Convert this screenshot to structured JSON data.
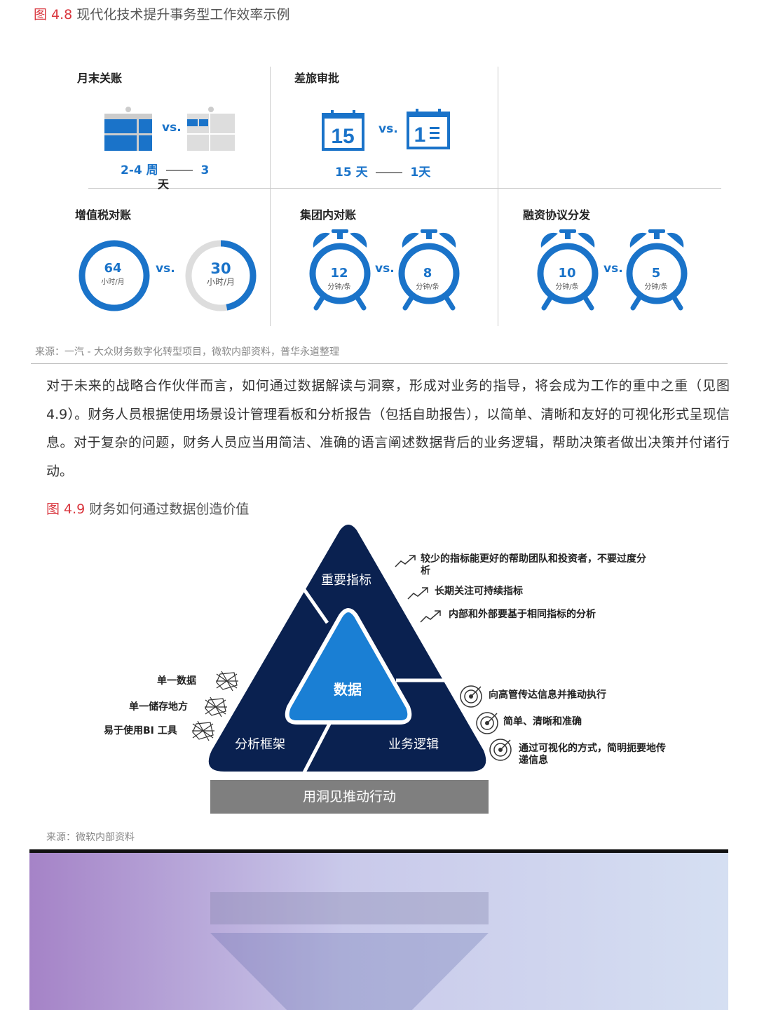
{
  "fig48": {
    "number": "图 4.8",
    "title": "现代化技术提升事务型工作效率示例",
    "vs": "vs.",
    "cells": {
      "month_close": {
        "title": "月末关账",
        "before": "2-4 周",
        "after": "3",
        "after_unit": "天"
      },
      "travel": {
        "title": "差旅审批",
        "before": "15 天",
        "after": "1天",
        "cal_before": "15",
        "cal_after": "1"
      },
      "vat": {
        "title": "增值税对账",
        "before_value": "64",
        "before_unit": "小时/月",
        "after_value": "30",
        "after_unit": "小时/月",
        "after_fill_fraction": 0.47
      },
      "group": {
        "title": "集团内对账",
        "before_value": "12",
        "after_value": "8",
        "unit": "分钟/条"
      },
      "financing": {
        "title": "融资协议分发",
        "before_value": "10",
        "after_value": "5",
        "unit": "分钟/条"
      }
    },
    "source": "来源：一汽 - 大众财务数字化转型项目，微软内部资料，普华永道整理"
  },
  "paragraph": "对于未来的战略合作伙伴而言，如何通过数据解读与洞察，形成对业务的指导，将会成为工作的重中之重（见图 4.9）。财务人员根据使用场景设计管理看板和分析报告（包括自助报告），以简单、清晰和友好的可视化形式呈现信息。对于复杂的问题，财务人员应当用简洁、准确的语言阐述数据背后的业务逻辑，帮助决策者做出决策并付诸行动。",
  "fig49": {
    "number": "图 4.9",
    "title": "财务如何通过数据创造价值",
    "segments": {
      "top": "重要指标",
      "center": "数据",
      "left": "分析框架",
      "right": "业务逻辑"
    },
    "bar": "用洞见推动行动",
    "top_notes": [
      "较少的指标能更好的帮助团队和投资者，不要过度分析",
      "长期关注可持续指标",
      "内部和外部要基于相同指标的分析"
    ],
    "right_notes": [
      "向高管传达信息并推动执行",
      "简单、清晰和准确",
      "通过可视化的方式，简明扼要地传递信息"
    ],
    "left_notes": [
      "单一数据",
      "单一储存地方",
      "易于使用BI 工具"
    ],
    "source": "来源：微软内部资料"
  },
  "colors": {
    "accent": "#1a73c9",
    "navy": "#0a2150",
    "light_blue": "#1a7fd4",
    "red": "#d9363e",
    "bar_gray": "#7f7f7f"
  }
}
